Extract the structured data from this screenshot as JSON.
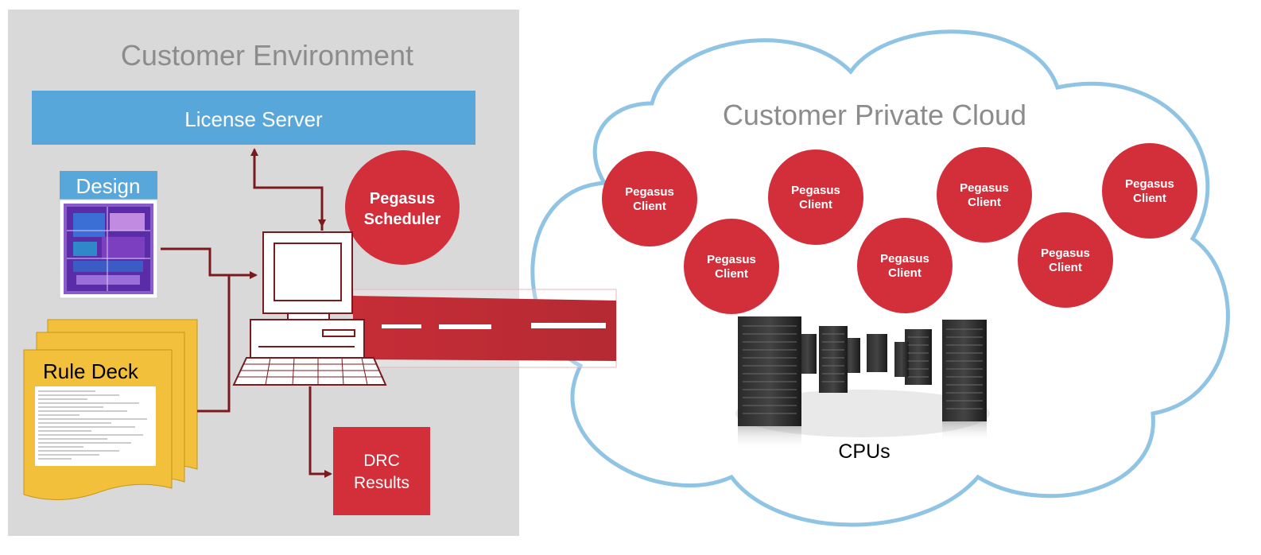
{
  "environment": {
    "title": "Customer Environment"
  },
  "license_server": {
    "label": "License Server"
  },
  "design": {
    "label": "Design"
  },
  "rule_deck": {
    "label": "Rule Deck"
  },
  "scheduler": {
    "line1": "Pegasus",
    "line2": "Scheduler"
  },
  "drc_results": {
    "line1": "DRC",
    "line2": "Results"
  },
  "cloud": {
    "title": "Customer Private Cloud",
    "cpus_label": "CPUs"
  },
  "clients": [
    {
      "line1": "Pegasus",
      "line2": "Client"
    },
    {
      "line1": "Pegasus",
      "line2": "Client"
    },
    {
      "line1": "Pegasus",
      "line2": "Client"
    },
    {
      "line1": "Pegasus",
      "line2": "Client"
    },
    {
      "line1": "Pegasus",
      "line2": "Client"
    },
    {
      "line1": "Pegasus",
      "line2": "Client"
    },
    {
      "line1": "Pegasus",
      "line2": "Client"
    }
  ],
  "colors": {
    "environment_bg": "#d9d9d9",
    "license_bar": "#58a7db",
    "accent_red": "#d32f3b",
    "arrow": "#7a1a1f",
    "cloud_outline": "#8fc4e4",
    "rule_deck_paper": "#f2c03a"
  }
}
